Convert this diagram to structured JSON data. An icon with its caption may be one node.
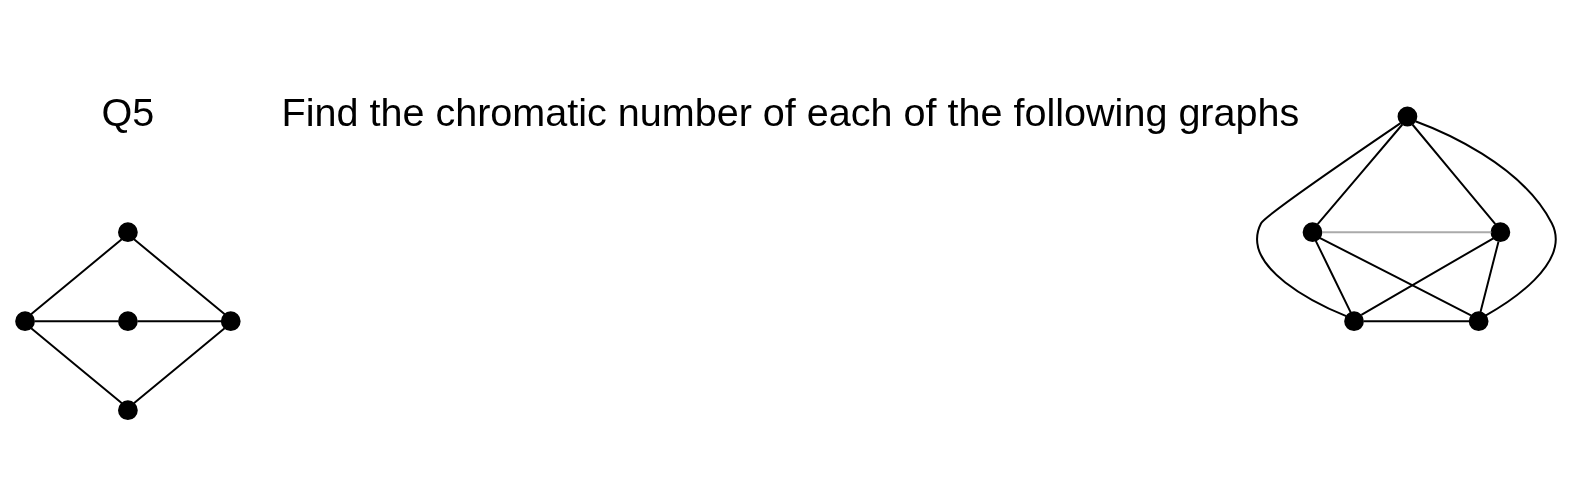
{
  "diagram": {
    "nodes": [
      {
        "text": [],
        "shape": "circle"
      },
      {
        "text": [],
        "shape": "circle"
      },
      {
        "text": [],
        "shape": "circle"
      },
      {
        "text": [],
        "shape": "circle"
      },
      {
        "text": [],
        "shape": "circle"
      },
      {
        "text": [],
        "shape": "circle"
      },
      {
        "text": [],
        "shape": "circle"
      },
      {
        "text": [],
        "shape": "circle"
      },
      {
        "text": [],
        "shape": "circle"
      },
      {
        "text": [],
        "shape": "circle"
      }
    ],
    "edges": [
      {
        "from": 0,
        "to": 1,
        "arrow": "none"
      },
      {
        "from": 0,
        "to": 3,
        "arrow": "none"
      },
      {
        "from": 1,
        "to": 2,
        "arrow": "none"
      },
      {
        "from": 2,
        "to": 3,
        "arrow": "none"
      },
      {
        "from": 1,
        "to": 4,
        "arrow": "none"
      },
      {
        "from": 3,
        "to": 4,
        "arrow": "none"
      },
      {
        "from": 5,
        "to": 6,
        "arrow": "none"
      },
      {
        "from": 5,
        "to": 7,
        "arrow": "none"
      },
      {
        "from": 5,
        "to": 8,
        "arrow": "none"
      },
      {
        "from": 5,
        "to": 9,
        "arrow": "none"
      },
      {
        "from": 6,
        "to": 7,
        "arrow": "none",
        "color": "#aaaaaa"
      },
      {
        "from": 6,
        "to": 8,
        "arrow": "none"
      },
      {
        "from": 6,
        "to": 9,
        "arrow": "none"
      },
      {
        "from": 7,
        "to": 8,
        "arrow": "none"
      },
      {
        "from": 7,
        "to": 9,
        "arrow": "none"
      },
      {
        "from": 8,
        "to": 9,
        "arrow": "none"
      }
    ],
    "labels": [
      "Q5",
      "Find the chromatic number of each of the following graphs"
    ]
  }
}
